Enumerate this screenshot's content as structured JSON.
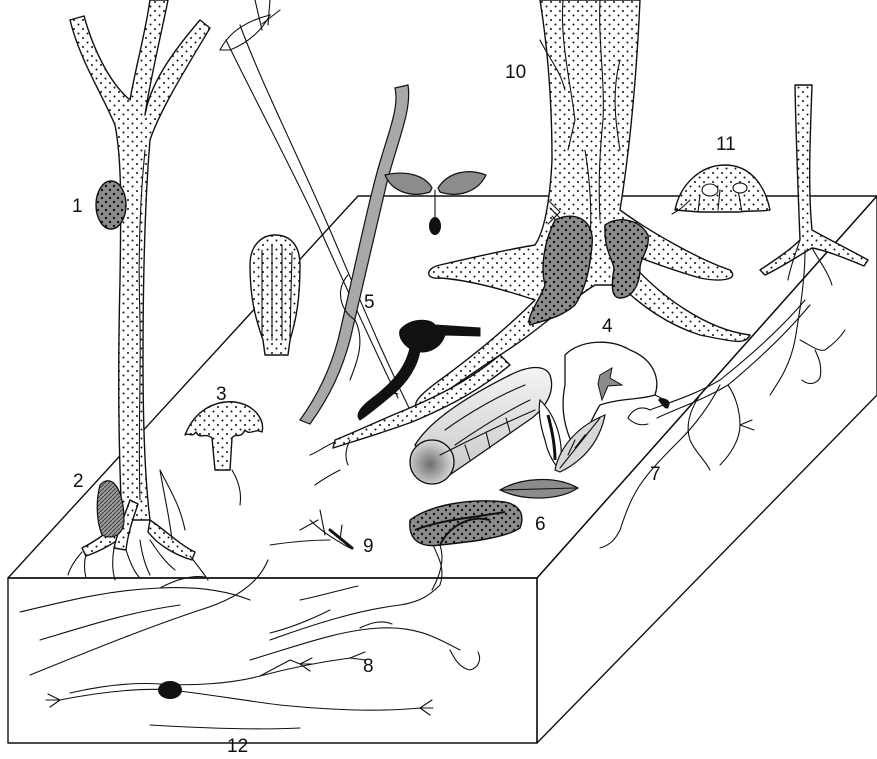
{
  "labels": {
    "l1": "1",
    "l2": "2",
    "l3": "3",
    "l4": "4",
    "l5": "5",
    "l6": "6",
    "l7": "7",
    "l8": "8",
    "l9": "9",
    "l10": "10",
    "l11": "11",
    "l12": "12"
  },
  "colors": {
    "ink": "#111111",
    "dot_fill": "#ffffff",
    "fungus_gray": "#8c8c8c",
    "rhizomorph_gray": "#a8a8a8",
    "dark_fruiting": "#1a1a1a"
  }
}
